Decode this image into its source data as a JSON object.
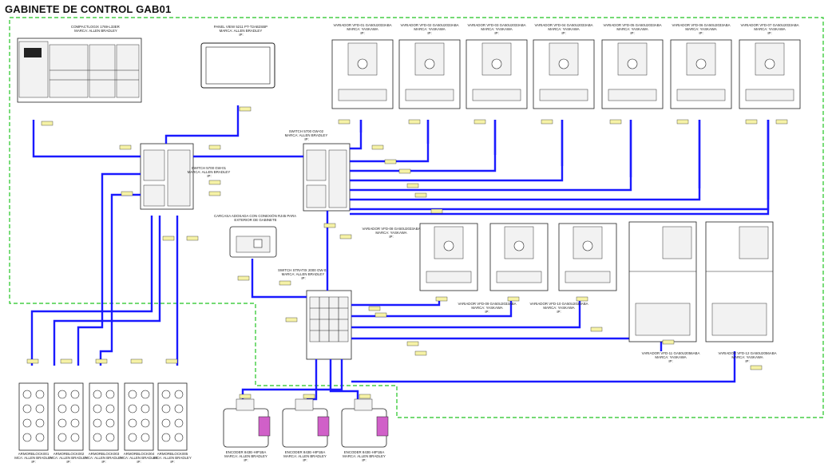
{
  "title": "GABINETE DE CONTROL GAB01",
  "colors": {
    "cable": "#1a1aff",
    "boundary": "#22c422",
    "tag": "#f6f2a6"
  },
  "devices": {
    "plc": {
      "lines": [
        "COMPACTLOGIX 1769-L33ER",
        "MARCA: ALLEN BRADLEY"
      ]
    },
    "hmi": {
      "lines": [
        "PANEL VIEW 5211 PT-T2AB2SBP",
        "MARCA: ALLEN BRADLEY",
        "IP:"
      ]
    },
    "sw1": {
      "lines": [
        "SWITCH 5700 GW-01",
        "MARCA: ALLEN BRADLEY",
        "IP:"
      ]
    },
    "sw2": {
      "lines": [
        "SWITCH 5700 GW-02",
        "MARCA: ALLEN BRADLEY",
        "IP:"
      ]
    },
    "sw3": {
      "lines": [
        "SWITCH STRATIX 2000 GW-03",
        "MARCA: ALLEN BRADLEY",
        "IP:"
      ]
    },
    "outlet": {
      "lines": [
        "CARCASA ADOSADA CON CONEXIÓN RJ45 PARA",
        "EXTERIOR DE GABINETE"
      ]
    },
    "vfd_top": [
      {
        "lines": [
          "VARIADOR VFD-01 GA50U2033ABA",
          "MARCA: YASKAWA",
          "IP:"
        ]
      },
      {
        "lines": [
          "VARIADOR VFD-02 GA50U2033ABA",
          "MARCA: YASKAWA",
          "IP:"
        ]
      },
      {
        "lines": [
          "VARIADOR VFD-03 GA50U2033ABA",
          "MARCA: YASKAWA",
          "IP:"
        ]
      },
      {
        "lines": [
          "VARIADOR VFD-04 GA50U2033ABA",
          "MARCA: YASKAWA",
          "IP:"
        ]
      },
      {
        "lines": [
          "VARIADOR VFD-05 GA50U2033ABA",
          "MARCA: YASKAWA",
          "IP:"
        ]
      },
      {
        "lines": [
          "VARIADOR VFD-06 GA50U2033ABA",
          "MARCA: YASKAWA",
          "IP:"
        ]
      },
      {
        "lines": [
          "VARIADOR VFD-07 GA50U2033ABA",
          "MARCA: YASKAWA",
          "IP:"
        ]
      }
    ],
    "vfd_mid": [
      {
        "lines": [
          "VARIADOR VFD-08 GA50U2033ABA",
          "MARCA: YASKAWA",
          "IP:"
        ]
      },
      {
        "lines": [
          "VARIADOR VFD-09 GA50U2033ABA",
          "MARCA: YASKAWA",
          "IP:"
        ]
      },
      {
        "lines": [
          "VARIADOR VFD-10 GA50U2033ABA",
          "MARCA: YASKAWA",
          "IP:"
        ]
      }
    ],
    "vfd_big": [
      {
        "lines": [
          "VARIADOR VFD-11 GA50U2056ABA",
          "MARCA: YASKAWA",
          "IP:"
        ]
      },
      {
        "lines": [
          "VARIADOR VFD-12 GA50U2056ABA",
          "MARCA: YASKAWA",
          "IP:"
        ]
      }
    ],
    "armor": [
      {
        "lines": [
          "ARMORBLOCK001",
          "MCA: ALLEN BRADLEY",
          "IP:"
        ]
      },
      {
        "lines": [
          "ARMORBLOCK002",
          "MCA: ALLEN BRADLEY",
          "IP:"
        ]
      },
      {
        "lines": [
          "ARMORBLOCK003",
          "MCA: ALLEN BRADLEY",
          "IP:"
        ]
      },
      {
        "lines": [
          "ARMORBLOCK004",
          "MCA: ALLEN BRADLEY",
          "IP:"
        ]
      },
      {
        "lines": [
          "ARMORBLOCK005",
          "MCA: ALLEN BRADLEY",
          "IP:"
        ]
      }
    ],
    "encoders": [
      {
        "lines": [
          "ENCODER 843E-HIP1BA",
          "MARCA: ALLEN BRADLEY",
          "IP:"
        ]
      },
      {
        "lines": [
          "ENCODER 843E-HIP1BA",
          "MARCA: ALLEN BRADLEY",
          "IP:"
        ]
      },
      {
        "lines": [
          "ENCODER 843E-HIP1BA",
          "MARCA: ALLEN BRADLEY",
          "IP:"
        ]
      }
    ]
  }
}
